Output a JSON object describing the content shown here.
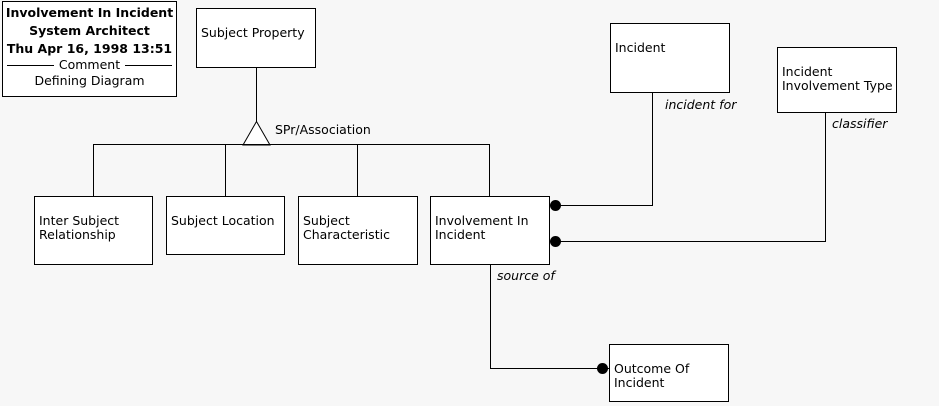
{
  "diagram": {
    "background_color": "#f7f7f7",
    "line_color": "#000000",
    "node_fill": "#ffffff"
  },
  "title_block": {
    "line1": "Involvement In Incident",
    "line2": "System Architect",
    "line3": "Thu Apr 16, 1998  13:51",
    "divider_caption": "Comment",
    "subtitle": "Defining Diagram"
  },
  "nodes": {
    "subject_property": {
      "label": "Subject Property"
    },
    "incident": {
      "label": "Incident"
    },
    "incident_involvement_type": {
      "label": "Incident\nInvolvement Type"
    },
    "inter_subject_relationship": {
      "label": "Inter Subject\nRelationship"
    },
    "subject_location": {
      "label": "Subject Location"
    },
    "subject_characteristic": {
      "label": "Subject\nCharacteristic"
    },
    "involvement_in_incident": {
      "label": "Involvement In\nIncident"
    },
    "outcome_of_incident": {
      "label": "Outcome Of\nIncident"
    }
  },
  "edge_labels": {
    "generalization": "SPr/Association",
    "incident_for": "incident for",
    "classifier": "classifier",
    "source_of": "source of"
  }
}
